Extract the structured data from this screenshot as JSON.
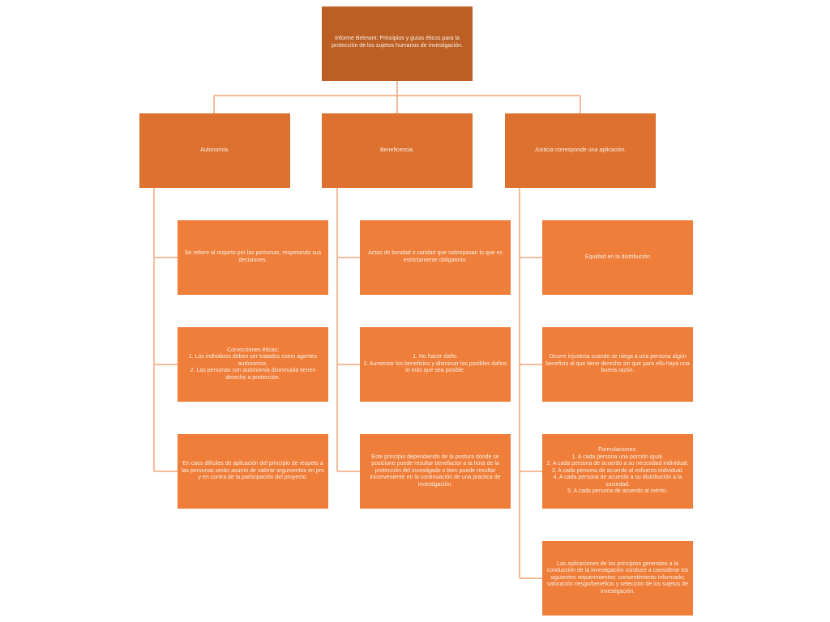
{
  "colors": {
    "root_fill": "#bc5f24",
    "branch_fill": "#dd7230",
    "leaf_fill": "#ee7e3a",
    "connector": "#f0a57a",
    "text": "#fdeee2"
  },
  "root": {
    "text": "Informe Belmont: Principios y guías éticos para la protección de los sujetos humanos de investigación."
  },
  "branches": [
    {
      "title": "Autonomía.",
      "items": [
        "Se refiere al respeto por las personas, respetando sus decisiones.",
        "Convicciones éticas:\n1. Los individuos deben ser tratados como agentes autónomos.\n2. Las personas con autonomía disminuida tienen derecho a protección.",
        "En caos difíciles de aplicación  del principio de respeto a las personas serán asunto de valorar argumentos en pro y en contra de la participación del proyecto."
      ]
    },
    {
      "title": "Beneficencia.",
      "items": [
        "Actos de bondad o caridad que sobrepasan lo que es estrictamente obligatorio.",
        "1. No hacer daño.\n2. Aumentar los beneficios y disminuir los posibles daños lo más que sea posible.",
        "Este principio dependiendo de la postura donde se posicione puede resultar benefactor a la hora de la protección del investigado o bien puede resultar inconveniente en la continuación de una practica de investigación."
      ]
    },
    {
      "title": "Justicia corresponde una aplicación.",
      "items": [
        "Equidad en la distribución",
        "Ocurre injusticia cuando se niega a una persona algún beneficio al que tiene derecho sin que para ello haya una buena razón.",
        "Formulaciones:\n1. A cada persona una porción igual.\n2. A cada persona de acuerdo a su necesidad individual.\n3. A cada persona de acuerdo al esfuerzo individual.\n4. A cada persona de acuerdo a su distribución a la sociedad.\n5. A cada persona de acuerdo al mérito.",
        "Las aplicaciones de los principios generales a la conducción de la investigación conduce a considerar los siguientes requerimientos: consentimiento informado; valoración riesgo/beneficio y selección de los sujetos de investigación."
      ]
    }
  ]
}
